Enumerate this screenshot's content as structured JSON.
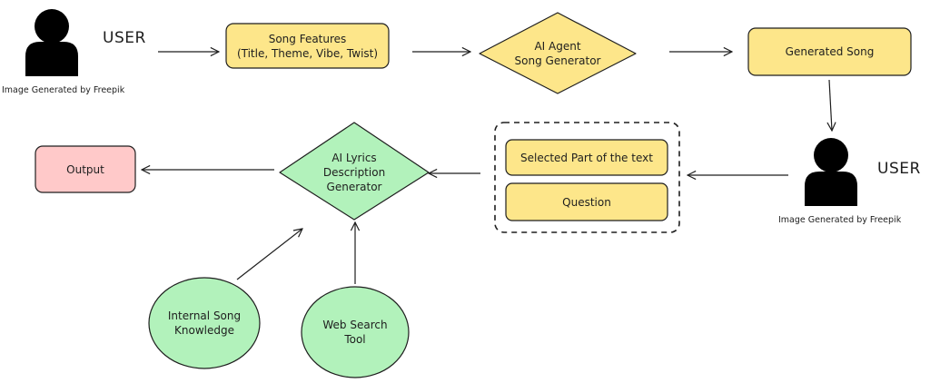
{
  "colors": {
    "yellow_fill": "#fde68a",
    "green_fill": "#b2f2bb",
    "red_fill": "#ffc9c9",
    "stroke": "#1e1e1e",
    "user_icon": "#000000"
  },
  "user_top": {
    "label": "USER",
    "credit": "Image Generated by Freepik",
    "icon": "user-silhouette-icon"
  },
  "user_right": {
    "label": "USER",
    "credit": "Image Generated by Freepik",
    "icon": "user-silhouette-icon"
  },
  "nodes": {
    "song_features": "Song Features\n(Title, Theme, Vibe, Twist)",
    "ai_agent": "AI Agent\nSong Generator",
    "generated_song": "Generated Song",
    "selected_part": "Selected Part of the text",
    "question": "Question",
    "ai_lyrics": "AI Lyrics\nDescription\nGenerator",
    "output": "Output",
    "internal_knowledge": "Internal Song\nKnowledge",
    "web_search": "Web Search\nTool"
  }
}
